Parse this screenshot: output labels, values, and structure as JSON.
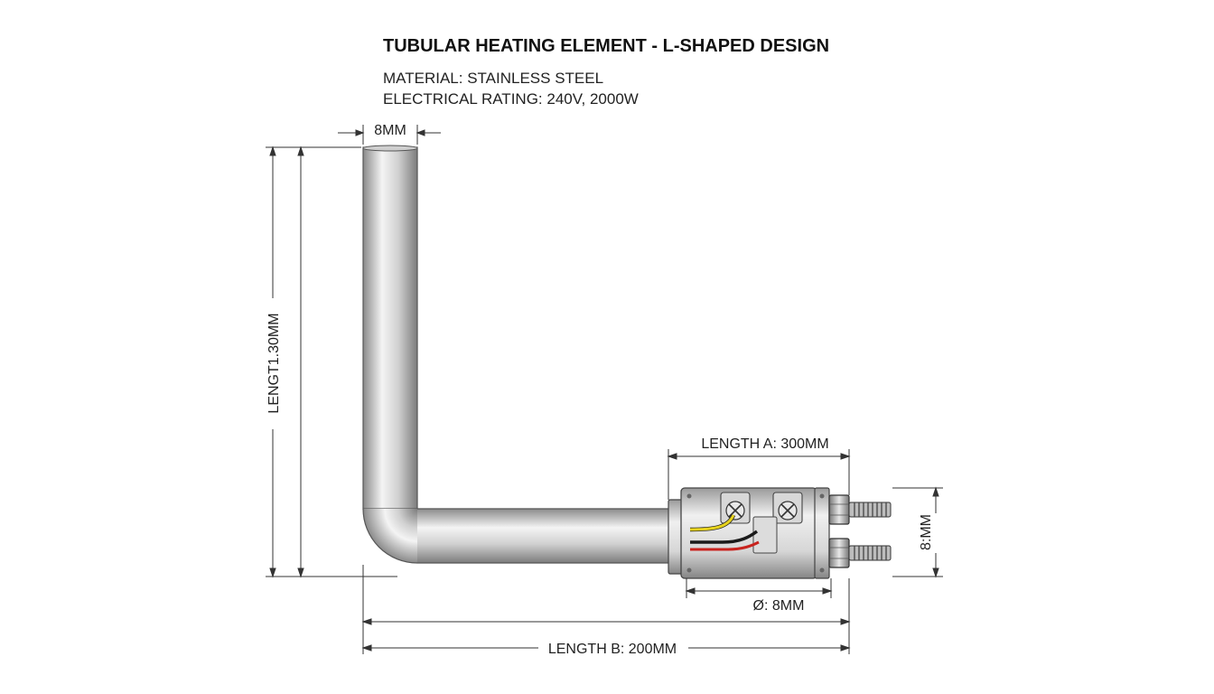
{
  "title": "TUBULAR HEATING ELEMENT - L-SHAPED DESIGN",
  "specs": {
    "material": "MATERIAL: STAINLESS STEEL",
    "rating": "ELECTRICAL RATING: 240V, 2000W"
  },
  "dimensions": {
    "tube_width": "8MM",
    "vertical_length": "LENGT1.30MM",
    "length_a": "LENGTH A: 300MM",
    "side_dim": "8:MM",
    "diameter": "Ø: 8MM",
    "length_b": "LENGTH B: 200MM"
  },
  "colors": {
    "steel_light": "#f2f2f2",
    "steel_dark": "#8a8a8a",
    "dimension_line": "#333333",
    "wire_yellow": "#e6d21e",
    "wire_red": "#c8231e",
    "wire_black": "#1a1a1a"
  }
}
